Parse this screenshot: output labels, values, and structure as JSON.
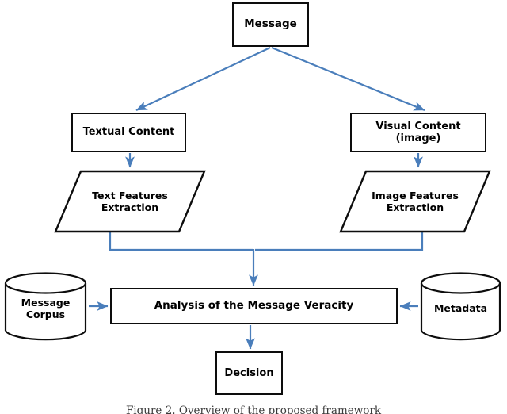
{
  "figure": {
    "caption": "Figure 2. Overview of the proposed framework",
    "colors": {
      "arrow": "#4a7ebb",
      "node_border": "#0d0d0d",
      "node_fill": "#ffffff",
      "text": "#000000",
      "background": "#ffffff"
    }
  },
  "nodes": {
    "message": {
      "label": "Message",
      "shape": "rectangle"
    },
    "textual_content": {
      "label": "Textual Content",
      "shape": "rectangle"
    },
    "visual_content": {
      "label": "Visual Content (image)",
      "shape": "rectangle"
    },
    "text_features": {
      "label": "Text Features Extraction",
      "line1": "Text Features",
      "line2": "Extraction",
      "shape": "parallelogram"
    },
    "image_features": {
      "label": "Image Features Extraction",
      "line1": "Image Features",
      "line2": "Extraction",
      "shape": "parallelogram"
    },
    "analysis": {
      "label": "Analysis of the Message Veracity",
      "shape": "rectangle"
    },
    "message_corpus": {
      "label": "Message Corpus",
      "line1": "Message",
      "line2": "Corpus",
      "shape": "cylinder"
    },
    "metadata": {
      "label": "Metadata",
      "shape": "cylinder"
    },
    "decision": {
      "label": "Decision",
      "shape": "rectangle"
    }
  },
  "edges": [
    {
      "from": "message",
      "to": "textual_content",
      "style": "diagonal-arrow"
    },
    {
      "from": "message",
      "to": "visual_content",
      "style": "diagonal-arrow"
    },
    {
      "from": "textual_content",
      "to": "text_features",
      "style": "vertical-arrow"
    },
    {
      "from": "visual_content",
      "to": "image_features",
      "style": "vertical-arrow"
    },
    {
      "from": "text_features",
      "to": "analysis",
      "style": "elbow-merge"
    },
    {
      "from": "image_features",
      "to": "analysis",
      "style": "elbow-merge"
    },
    {
      "from": "message_corpus",
      "to": "analysis",
      "style": "horizontal-arrow-right"
    },
    {
      "from": "metadata",
      "to": "analysis",
      "style": "horizontal-arrow-left"
    },
    {
      "from": "analysis",
      "to": "decision",
      "style": "vertical-arrow"
    }
  ]
}
